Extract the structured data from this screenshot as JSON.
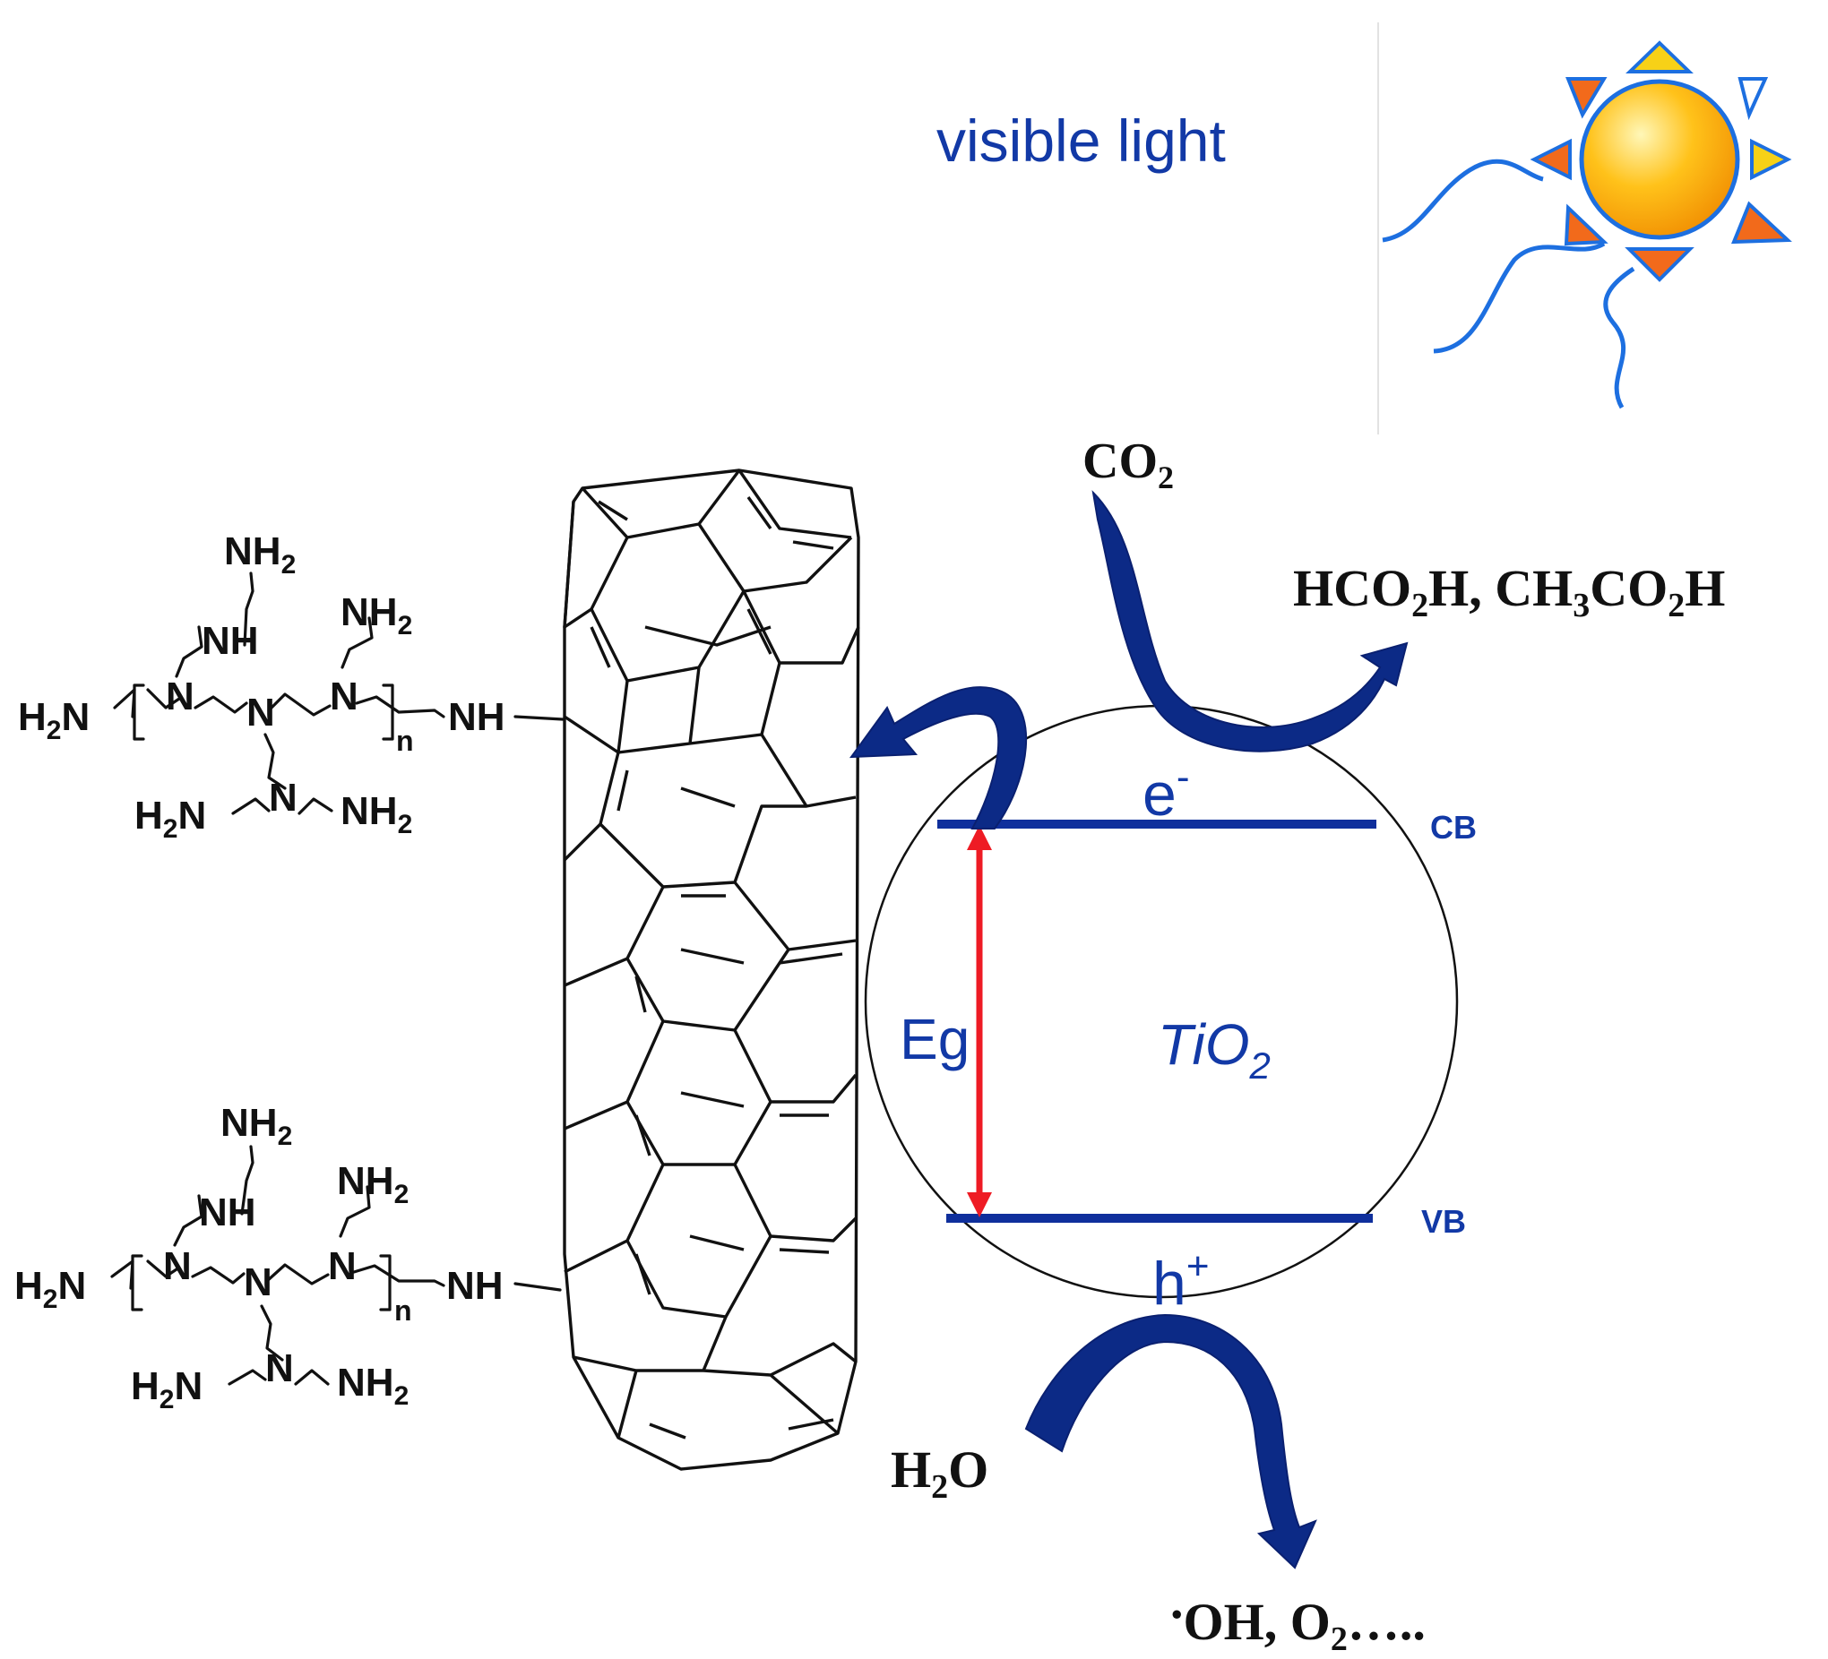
{
  "light": {
    "label": "visible light"
  },
  "semiconductor": {
    "name": "TiO",
    "name_sub": "2",
    "conduction_band": "CB",
    "valence_band": "VB",
    "band_gap": "Eg",
    "electron": "e",
    "electron_sup": "-",
    "hole": "h",
    "hole_sup": "+"
  },
  "reduction": {
    "reactant": {
      "a": "CO",
      "a_sub": "2"
    },
    "products": {
      "p1": "HCO",
      "p1_sub": "2",
      "p2": "H, CH",
      "p2_sub": "3",
      "p3": "CO",
      "p3_sub": "2",
      "p4": "H"
    }
  },
  "oxidation": {
    "reactant": {
      "a": "H",
      "a_sub": "2",
      "b": "O"
    },
    "products": {
      "dot": ".",
      "a": "OH, O",
      "a_sub": "2",
      "b": "….."
    }
  },
  "polymer": {
    "amine_terminal": "NH",
    "amine_terminal_sub": "2",
    "amine_h2n": "H",
    "amine_h2n_sub": "2",
    "amine_h2n_n": "N",
    "secondary_amine": "NH",
    "tertiary_amine": "N",
    "repeat_index": "n"
  },
  "colors": {
    "text_blue": "#1239a6",
    "band_blue": "#0f2f9c",
    "arrow_navy": "#0c2a86",
    "gap_arrow_red": "#ee1b24",
    "sun_core": "#f5a800",
    "ray_orange": "#f26a1b",
    "ray_yellow": "#f7d117",
    "wave_blue": "#1d6fe0"
  },
  "icons": [
    "sun-icon",
    "curved-arrow"
  ]
}
